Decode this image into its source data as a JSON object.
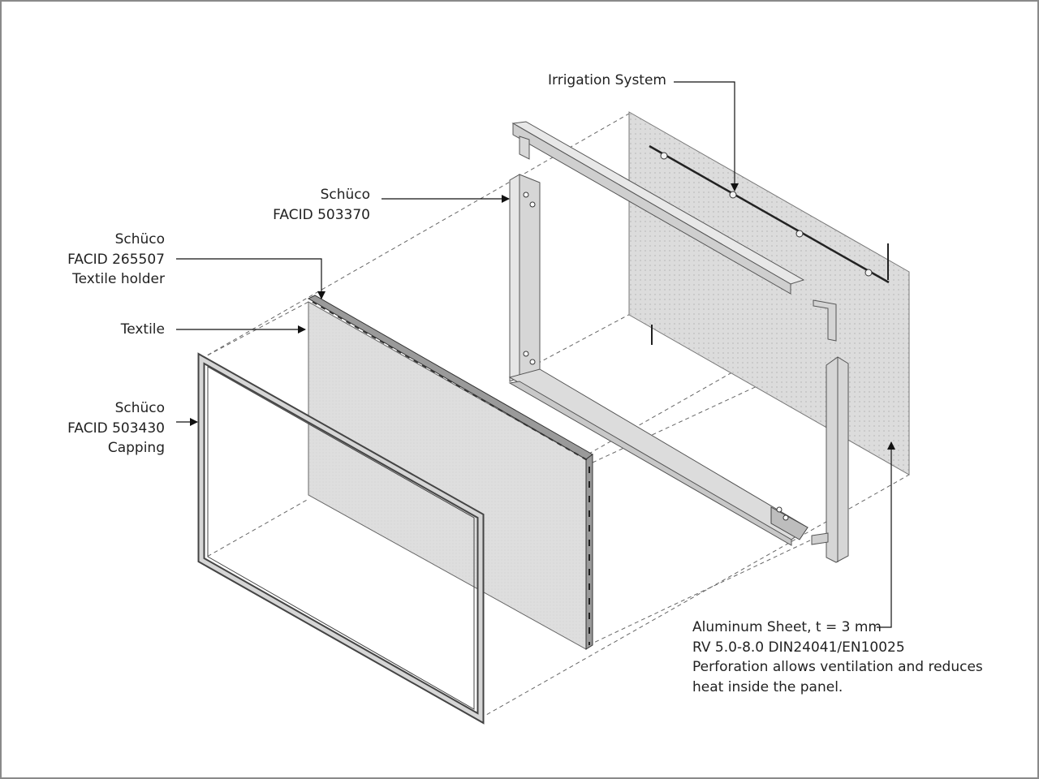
{
  "labels": {
    "irrigation": {
      "line1": "Irrigation System"
    },
    "facid_503370": {
      "line1": "Schüco",
      "line2": "FACID 503370"
    },
    "facid_265507": {
      "line1": "Schüco",
      "line2": "FACID 265507",
      "line3": "Textile holder"
    },
    "textile": {
      "line1": "Textile"
    },
    "facid_503430": {
      "line1": "Schüco",
      "line2": "FACID 503430",
      "line3": "Capping"
    },
    "aluminum_sheet": {
      "line1": "Aluminum Sheet, t = 3 mm",
      "line2": "RV 5.0-8.0 DIN24041/EN10025",
      "line3": "Perforation allows ventilation and reduces",
      "line4": "heat inside the panel."
    }
  },
  "colors": {
    "frame_border": "#8a8a8a",
    "panel_fill": "#d9d9d9",
    "panel_shadow": "#c4c4c4",
    "line": "#333333",
    "dashed": "#666666"
  }
}
